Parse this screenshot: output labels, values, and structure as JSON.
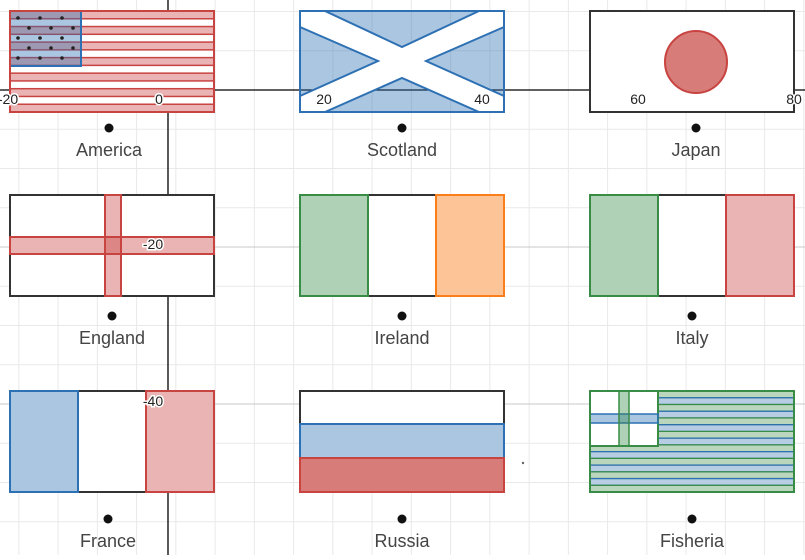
{
  "axes": {
    "x_ticks": [
      {
        "label": "-20"
      },
      {
        "label": "0"
      },
      {
        "label": "20"
      },
      {
        "label": "40"
      },
      {
        "label": "60"
      },
      {
        "label": "80"
      }
    ],
    "y_ticks": [
      {
        "label": "-20"
      },
      {
        "label": "-40"
      }
    ]
  },
  "colors": {
    "red": "#c74440",
    "blue": "#2d70b3",
    "green": "#388c46",
    "orange": "#fa7e19",
    "black": "#000000"
  },
  "flags": [
    {
      "id": "america",
      "label": "America"
    },
    {
      "id": "scotland",
      "label": "Scotland"
    },
    {
      "id": "japan",
      "label": "Japan"
    },
    {
      "id": "england",
      "label": "England"
    },
    {
      "id": "ireland",
      "label": "Ireland"
    },
    {
      "id": "italy",
      "label": "Italy"
    },
    {
      "id": "france",
      "label": "France"
    },
    {
      "id": "russia",
      "label": "Russia"
    },
    {
      "id": "fisheria",
      "label": "Fisheria"
    }
  ]
}
